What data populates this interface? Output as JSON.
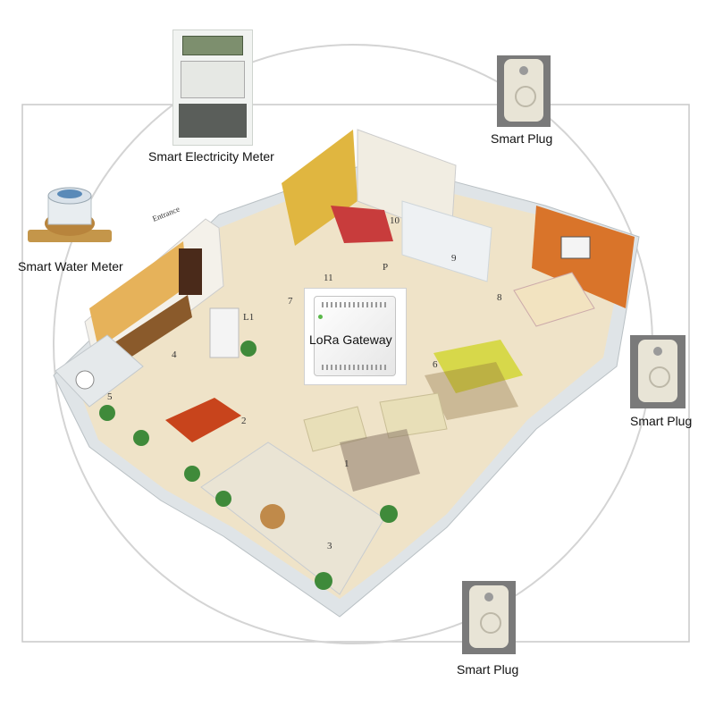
{
  "labels": {
    "electricity_meter": "Smart Electricity Meter",
    "water_meter": "Smart Water Meter",
    "plug_top": "Smart Plug",
    "plug_right": "Smart Plug",
    "plug_bottom": "Smart Plug",
    "gateway": "LoRa Gateway",
    "entrance": "Entrance"
  },
  "room_numbers": [
    "1",
    "2",
    "3",
    "4",
    "5",
    "6",
    "7",
    "8",
    "9",
    "10",
    "11",
    "P",
    "L1"
  ],
  "colors": {
    "circle": "#cfcfcf",
    "frame": "#c8c8c8",
    "wall": "#e9ecee",
    "floor": "#efe3c8",
    "orange_wall": "#d9742a",
    "yellow_wall": "#e0b640",
    "plug_body": "#e8e4d6"
  },
  "icons": {
    "meter": "electricity-meter-icon",
    "water": "water-meter-icon",
    "plug": "smart-plug-icon",
    "gateway": "router-icon"
  }
}
